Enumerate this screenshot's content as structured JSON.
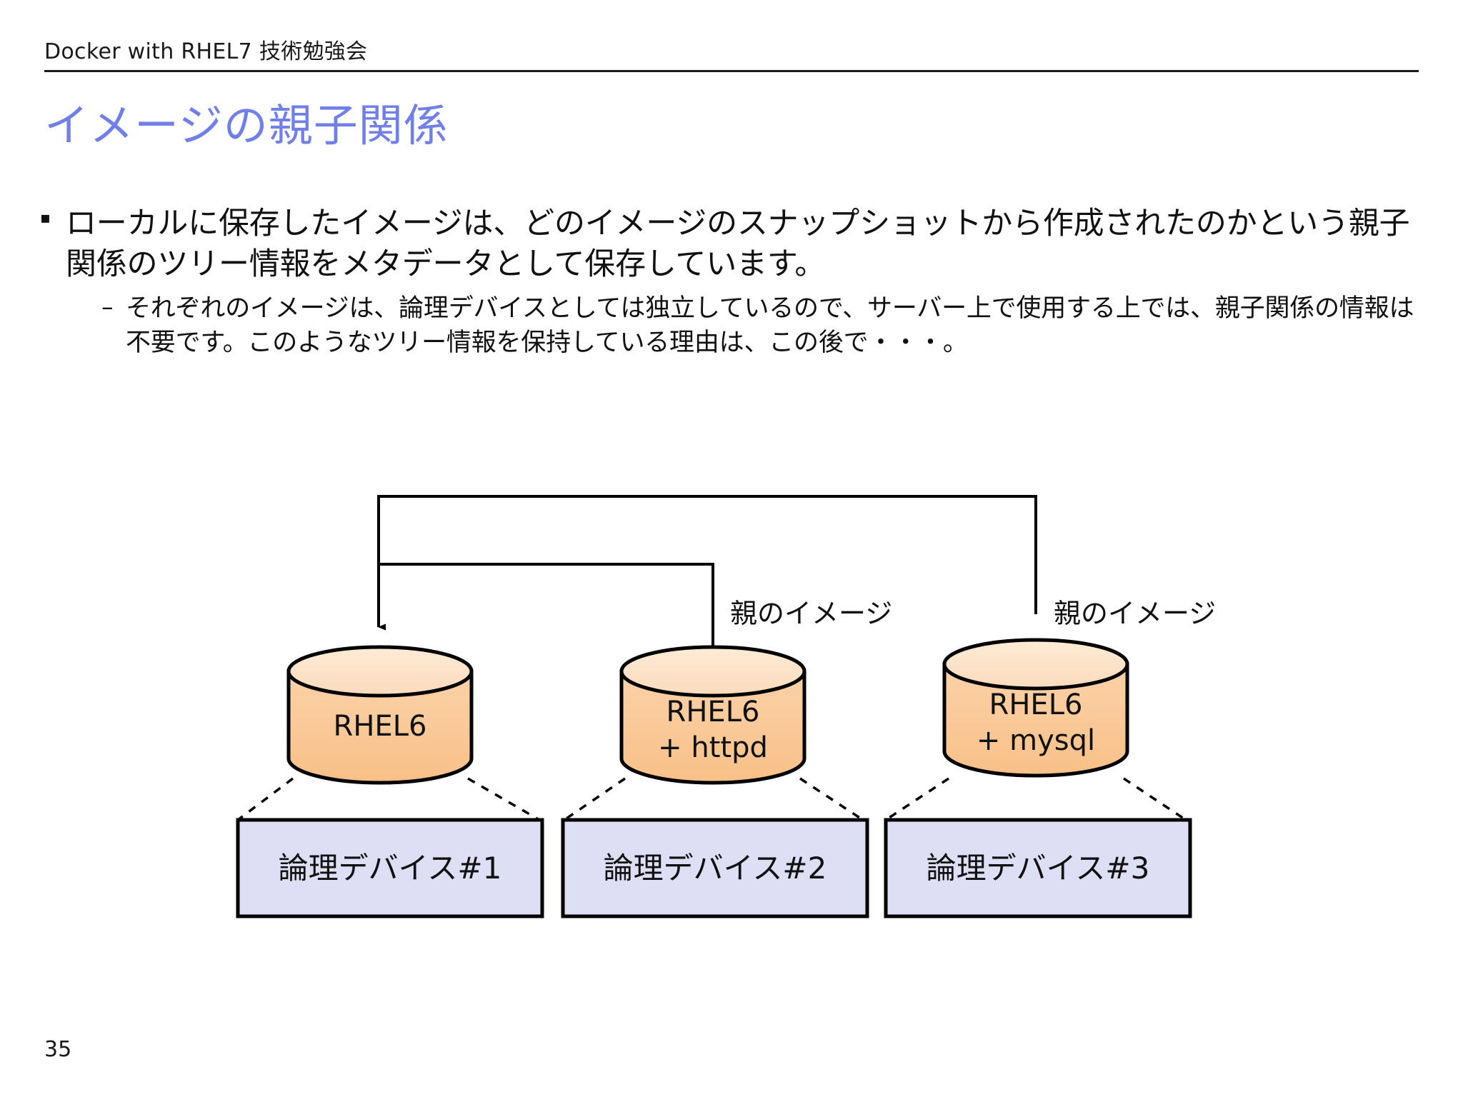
{
  "header": {
    "title": "Docker with RHEL7 技術勉強会"
  },
  "title": "イメージの親子関係",
  "bullets": {
    "level1_marker": "▪",
    "level1_text": "ローカルに保存したイメージは、どのイメージのスナップショットから作成されたのかという親子関係のツリー情報をメタデータとして保存しています。",
    "level2_marker": "–",
    "level2_text": "それぞれのイメージは、論理デバイスとしては独立しているので、サーバー上で使用する上では、親子関係の情報は不要です。このようなツリー情報を保持している理由は、この後で・・・。"
  },
  "diagram": {
    "parent_label_1": "親のイメージ",
    "parent_label_2": "親のイメージ",
    "cylinders": [
      {
        "line1": "RHEL6",
        "line2": ""
      },
      {
        "line1": "RHEL6",
        "line2": "+ httpd"
      },
      {
        "line1": "RHEL6",
        "line2": "+ mysql"
      }
    ],
    "devices": [
      "論理デバイス#1",
      "論理デバイス#2",
      "論理デバイス#3"
    ],
    "colors": {
      "cylinder_body": "#FACA9A",
      "cylinder_top": "#FDE3C6",
      "cylinder_stroke": "#000000",
      "device_fill": "#DEDEF4",
      "device_stroke": "#000000",
      "connector": "#000000",
      "title_accent": "#7080E8"
    }
  },
  "page_number": "35"
}
